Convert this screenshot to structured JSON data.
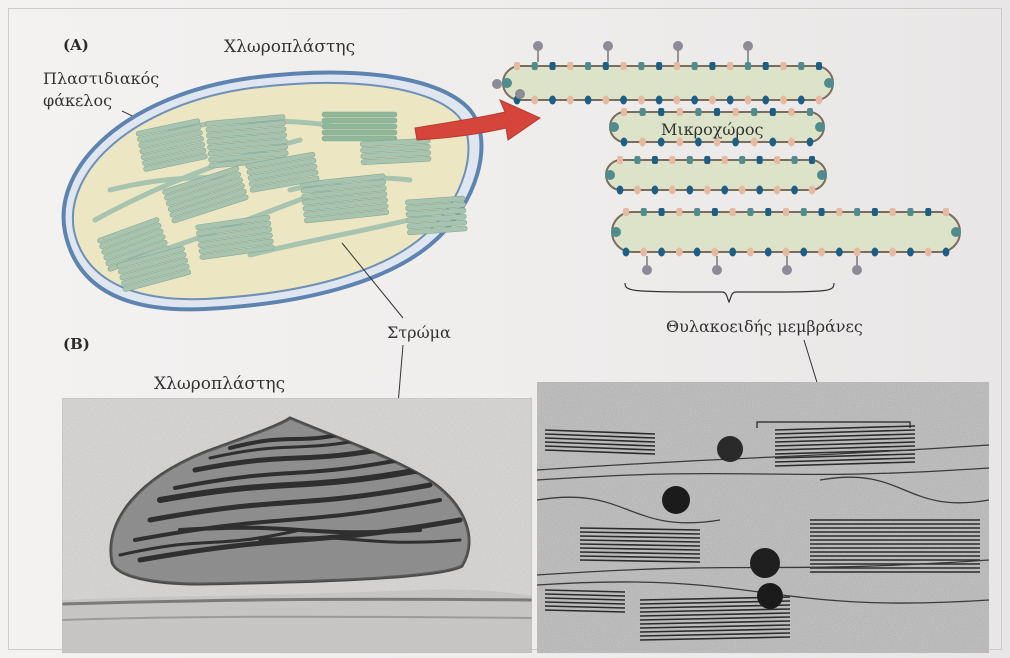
{
  "panel_a": {
    "label": "(A)",
    "title": "Χλωροπλάστης",
    "envelope_label_line1": "Πλαστιδιακός",
    "envelope_label_line2": "φάκελος",
    "lumen_label": "Μικροχώρος"
  },
  "stroma_label": "Στρώμα",
  "panel_b": {
    "label": "(B)",
    "title": "Χλωροπλάστης",
    "thylakoid_label": "Θυλακοειδής μεμβράνες"
  },
  "colors": {
    "envelope": "#5d84b0",
    "stroma": "#ece7c2",
    "grana": "#a7c4b0",
    "arrow": "#d6453c",
    "lumen": "#dde3c8",
    "protein_blue": "#1d5e86",
    "protein_teal": "#4f8c8e",
    "protein_pink": "#e6b9a3",
    "protein_gray": "#8d8b95"
  },
  "icons": {
    "zoom_arrow": "red-curved-arrow",
    "micrograph_left": "chloroplast-em-image",
    "micrograph_right": "thylakoid-em-image"
  }
}
